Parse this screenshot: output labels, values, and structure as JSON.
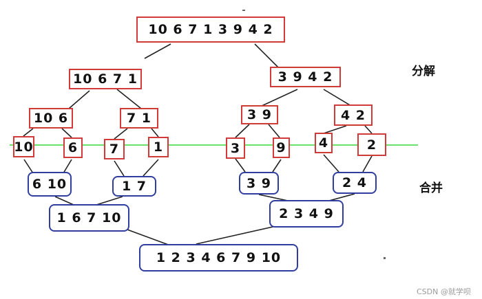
{
  "diagram": {
    "phase_labels": {
      "decompose": "分解",
      "merge": "合并"
    },
    "split_nodes": [
      {
        "id": "s0",
        "text": "10 6 7 1 3 9 4 2"
      },
      {
        "id": "s1",
        "text": "10 6 7 1"
      },
      {
        "id": "s2",
        "text": "3 9 4 2"
      },
      {
        "id": "s3",
        "text": "10 6"
      },
      {
        "id": "s4",
        "text": "7 1"
      },
      {
        "id": "s5",
        "text": "3 9"
      },
      {
        "id": "s6",
        "text": "4 2"
      },
      {
        "id": "s7",
        "text": "10"
      },
      {
        "id": "s8",
        "text": "6"
      },
      {
        "id": "s9",
        "text": "7"
      },
      {
        "id": "s10",
        "text": "1"
      },
      {
        "id": "s11",
        "text": "3"
      },
      {
        "id": "s12",
        "text": "9"
      },
      {
        "id": "s13",
        "text": "4"
      },
      {
        "id": "s14",
        "text": "2"
      }
    ],
    "merge_nodes": [
      {
        "id": "m0",
        "text": "6 10"
      },
      {
        "id": "m1",
        "text": "1 7"
      },
      {
        "id": "m2",
        "text": "3 9"
      },
      {
        "id": "m3",
        "text": "2 4"
      },
      {
        "id": "m4",
        "text": "1 6 7 10"
      },
      {
        "id": "m5",
        "text": "2 3 4 9"
      },
      {
        "id": "m6",
        "text": "1 2 3 4 6 7 9 10"
      }
    ],
    "colors": {
      "split_border": "#d23a3a",
      "merge_border": "#2f3e9e",
      "divider": "#55dd55",
      "edge": "#222222"
    }
  },
  "watermark": "CSDN @就学呗"
}
